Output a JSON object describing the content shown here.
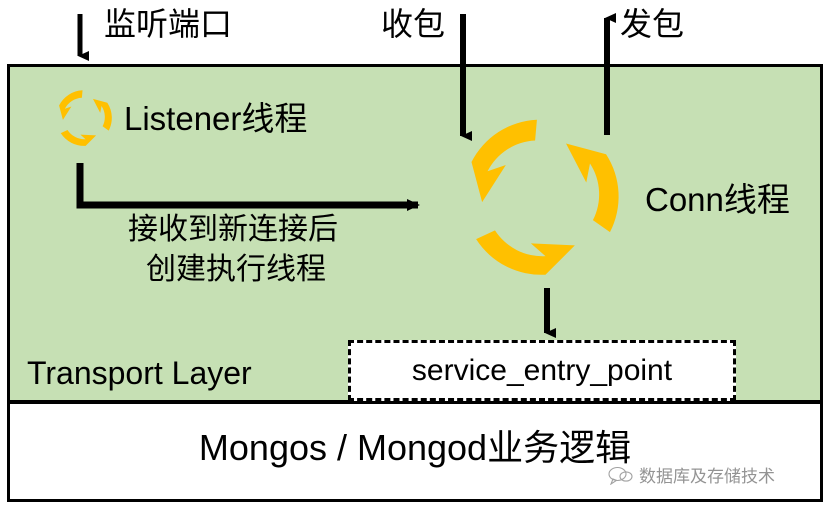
{
  "diagram": {
    "title_inferred": "MongoDB Transport Layer thread model",
    "colors": {
      "layer_fill": "#c6e0b4",
      "cycle_arrow": "#ffc000",
      "stroke": "#000000",
      "box_fill": "#ffffff"
    },
    "top_labels": [
      {
        "id": "listen-port",
        "text": "监听端口",
        "arrow": "down"
      },
      {
        "id": "recv-packet",
        "text": "收包",
        "arrow": "down"
      },
      {
        "id": "send-packet",
        "text": "发包",
        "arrow": "up"
      }
    ],
    "transport_layer": {
      "name": "Transport Layer",
      "listener_thread": "Listener线程",
      "conn_thread": "Conn线程",
      "listener_icon": "cycle-arrows-icon",
      "conn_icon": "cycle-arrows-icon",
      "connection_note": {
        "line1": "接收到新连接后",
        "line2": "创建执行线程"
      },
      "service_entry_point": "service_entry_point"
    },
    "business_layer": {
      "name": "Mongos / Mongod业务逻辑"
    },
    "watermark": {
      "text": "数据库及存储技术",
      "icon": "chat-bubble-icon"
    }
  }
}
